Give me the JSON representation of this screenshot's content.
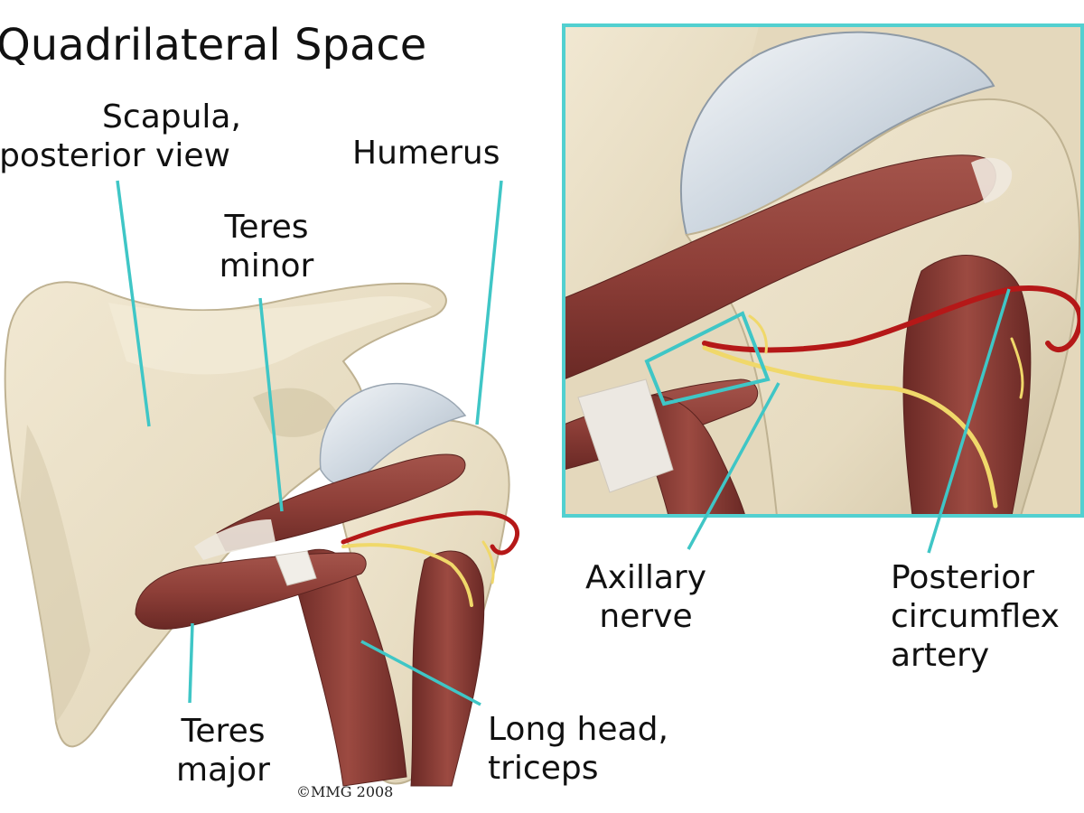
{
  "title": "Quadrilateral Space",
  "labels": {
    "scapula_line1": "Scapula,",
    "scapula_line2": "posterior view",
    "humerus": "Humerus",
    "teres_minor_line1": "Teres",
    "teres_minor_line2": "minor",
    "teres_major_line1": "Teres",
    "teres_major_line2": "major",
    "long_head_line1": "Long head,",
    "long_head_line2": "triceps",
    "axillary_line1": "Axillary",
    "axillary_line2": "nerve",
    "posterior_line1": "Posterior",
    "posterior_line2": "circumflex",
    "posterior_line3": "artery"
  },
  "copyright": "©MMG 2008",
  "colors": {
    "bone": "#e9dfc6",
    "bone_shadow": "#c9bd9e",
    "cartilage": "#d3dbe3",
    "muscle": "#8e3f38",
    "muscle_dark": "#6c2a26",
    "tendon": "#eeeae2",
    "artery": "#b51818",
    "nerve": "#f0d86a",
    "leader": "#3fc6c6",
    "frame": "#52d0d0"
  }
}
